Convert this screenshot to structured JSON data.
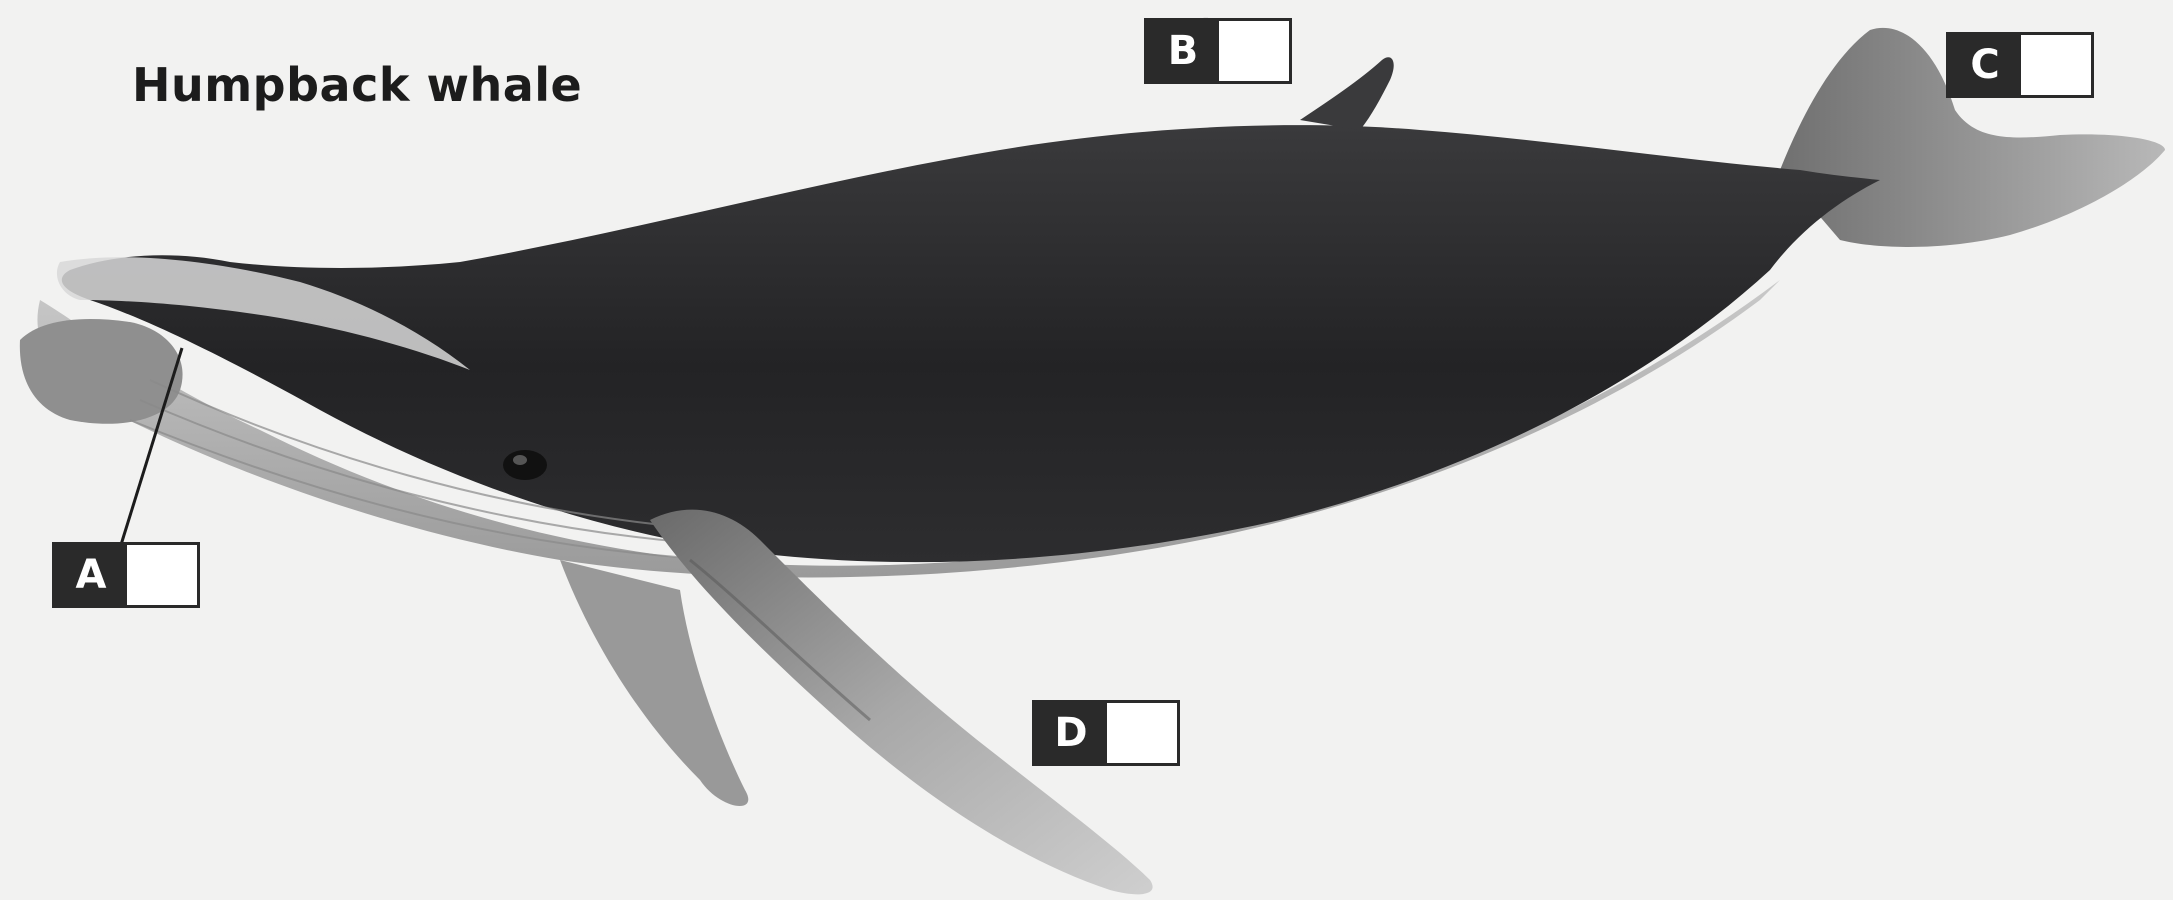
{
  "diagram": {
    "title": "Humpback whale",
    "labels": {
      "a": "A",
      "b": "B",
      "c": "C",
      "d": "D"
    },
    "colors": {
      "body_dark": "#2b2b2d",
      "belly_light": "#bdbdbd",
      "fin_grey": "#8e8e8e",
      "label_fill": "#2a2a2a"
    }
  }
}
